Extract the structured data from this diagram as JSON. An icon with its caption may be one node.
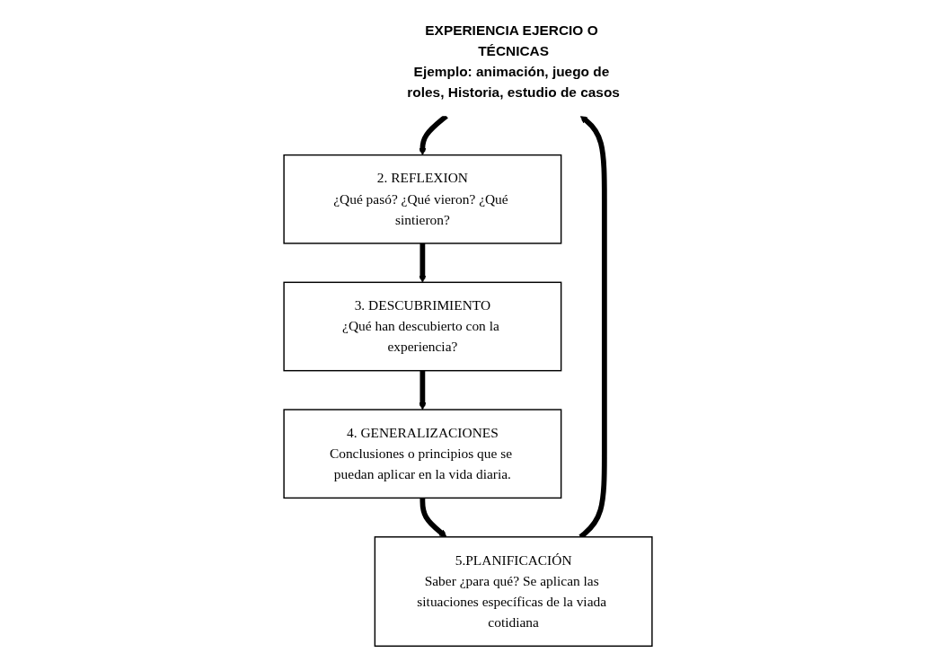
{
  "diagram": {
    "nodes": [
      {
        "text": [
          "EXPERIENCIA EJERCIO O TÉCNICAS",
          "Ejemplo: animación, juego de roles, Historia, estudio de casos"
        ]
      },
      {
        "text": [
          "2. REFLEXION",
          "¿Qué pasó? ¿Qué vieron? ¿Qué sintieron?"
        ]
      },
      {
        "text": [
          "3. DESCUBRIMIENTO",
          "¿Qué han descubierto con la experiencia?"
        ]
      },
      {
        "text": [
          "4. GENERALIZACIONES",
          "Conclusiones o principios que se puedan aplicar en la vida diaria."
        ]
      },
      {
        "text": [
          "5.PLANIFICACIÓN",
          "Saber ¿para qué? Se aplican las situaciones específicas de la viada cotidiana"
        ]
      }
    ],
    "edges": [
      {
        "from": 0,
        "to": 1,
        "arrow": "to"
      },
      {
        "from": 1,
        "to": 2,
        "arrow": "to"
      },
      {
        "from": 2,
        "to": 3,
        "arrow": "to"
      },
      {
        "from": 3,
        "to": 4,
        "arrow": "to"
      },
      {
        "from": 4,
        "to": 0,
        "arrow": "to"
      }
    ]
  }
}
